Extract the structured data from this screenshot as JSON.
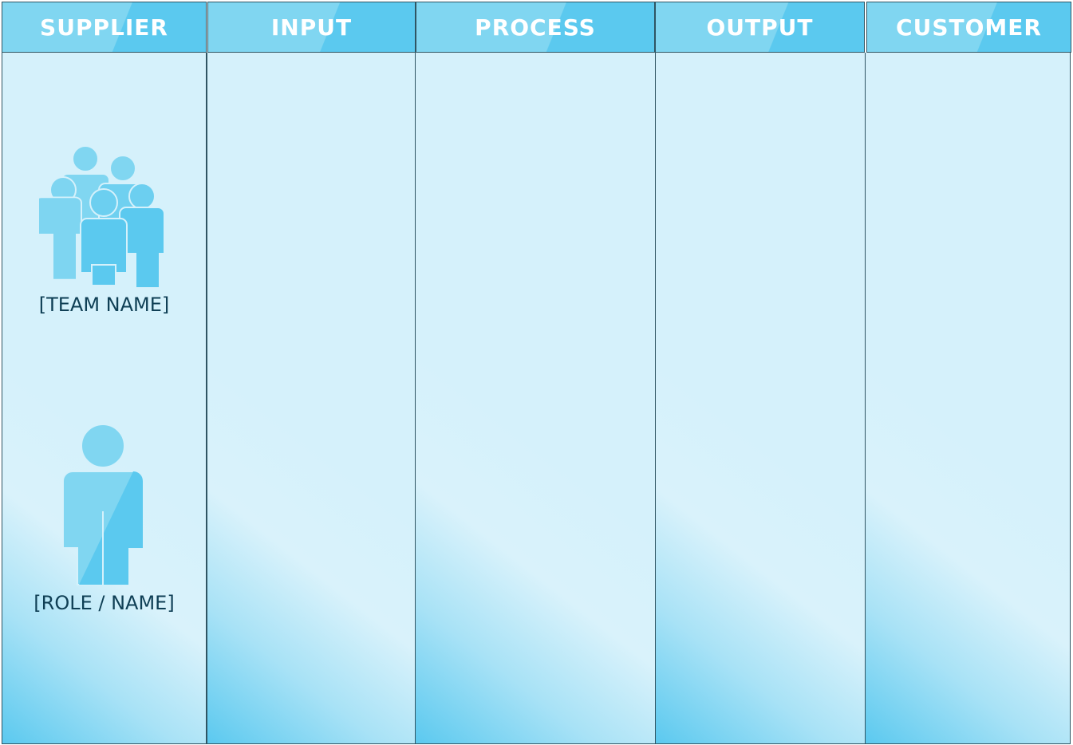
{
  "columns": [
    {
      "title": "SUPPLIER"
    },
    {
      "title": "INPUT"
    },
    {
      "title": "PROCESS"
    },
    {
      "title": "OUTPUT"
    },
    {
      "title": "CUSTOMER"
    }
  ],
  "supplier": {
    "team_label": "[TEAM NAME]",
    "team_icon": "team-icon",
    "role_label": "[ROLE / NAME]",
    "role_icon": "person-icon"
  },
  "colors": {
    "header_light": "#80d6f1",
    "header_dark": "#5bc9ef",
    "body_light": "#d5f1fb",
    "border": "#2f5563",
    "label_text": "#0f3f55"
  }
}
